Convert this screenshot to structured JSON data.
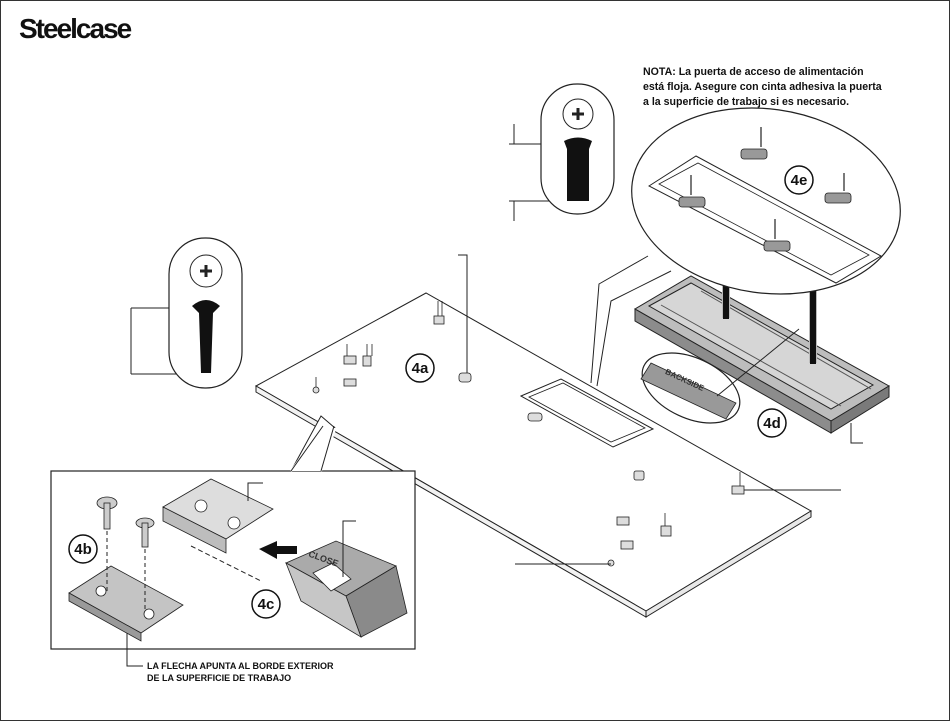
{
  "header": {
    "logo": "Steelcase"
  },
  "note": {
    "line1": "NOTA: La puerta de acceso de alimentación",
    "line2": "está floja. Asegure con cinta adhesiva la puerta",
    "line3": "a la superficie de trabajo si es necesario."
  },
  "callout": {
    "line1": "LA FLECHA APUNTA AL BORDE EXTERIOR",
    "line2": "DE LA SUPERFICIE DE TRABAJO"
  },
  "steps": {
    "s4a": "4a",
    "s4b": "4b",
    "s4c": "4c",
    "s4d": "4d",
    "s4e": "4e"
  },
  "part_labels": {
    "backside": "BACKSIDE",
    "close": "CLOSE"
  }
}
